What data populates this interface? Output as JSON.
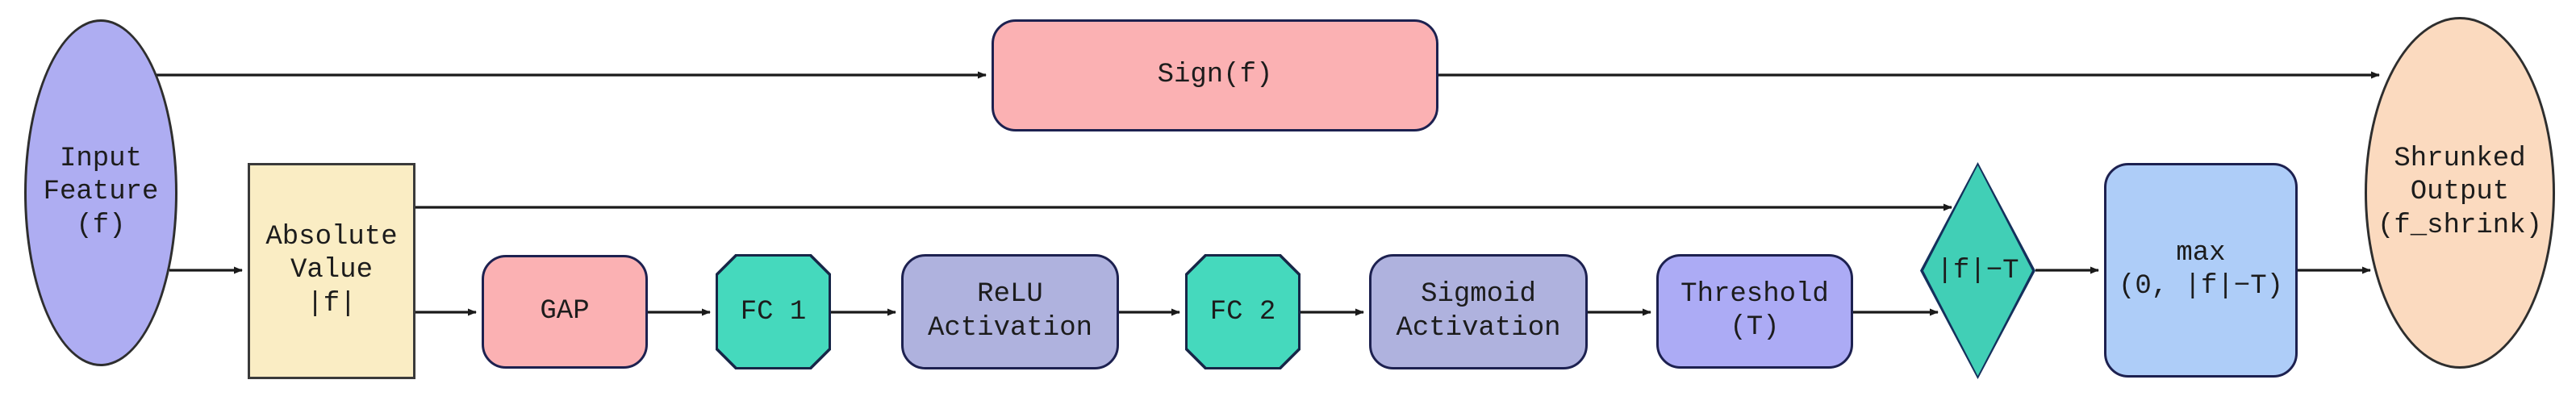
{
  "diagram": {
    "nodes": {
      "input": {
        "label": "Input\nFeature\n(f)",
        "shape": "ellipse",
        "fill": "#AEADF2"
      },
      "sign": {
        "label": "Sign(f)",
        "shape": "rounded",
        "fill": "#FBB1B3"
      },
      "abs": {
        "label": "Absolute\nValue\n|f|",
        "shape": "rect",
        "fill": "#FAEDC4"
      },
      "gap": {
        "label": "GAP",
        "shape": "rounded",
        "fill": "#FBB1B3"
      },
      "fc1": {
        "label": "FC 1",
        "shape": "octagon",
        "fill": "#45D9BD"
      },
      "relu": {
        "label": "ReLU\nActivation",
        "shape": "rounded",
        "fill": "#AFB2DE"
      },
      "fc2": {
        "label": "FC 2",
        "shape": "octagon",
        "fill": "#45D9BD"
      },
      "sigmoid": {
        "label": "Sigmoid\nActivation",
        "shape": "rounded",
        "fill": "#AFB2DE"
      },
      "threshold": {
        "label": "Threshold\n(T)",
        "shape": "rounded",
        "fill": "#ACABF5"
      },
      "subtract": {
        "label": "|f|−T",
        "shape": "diamond",
        "fill": "#41CFB6"
      },
      "max": {
        "label": "max\n(0, |f|−T)",
        "shape": "rounded",
        "fill": "#AECDF8"
      },
      "output": {
        "label": "Shrunked\nOutput\n(f_shrink)",
        "shape": "ellipse",
        "fill": "#FBDABF"
      }
    },
    "edges": [
      {
        "from": "input",
        "to": "sign"
      },
      {
        "from": "sign",
        "to": "output"
      },
      {
        "from": "input",
        "to": "abs"
      },
      {
        "from": "abs",
        "to": "subtract"
      },
      {
        "from": "abs",
        "to": "gap"
      },
      {
        "from": "gap",
        "to": "fc1"
      },
      {
        "from": "fc1",
        "to": "relu"
      },
      {
        "from": "relu",
        "to": "fc2"
      },
      {
        "from": "fc2",
        "to": "sigmoid"
      },
      {
        "from": "sigmoid",
        "to": "threshold"
      },
      {
        "from": "threshold",
        "to": "subtract"
      },
      {
        "from": "subtract",
        "to": "max"
      },
      {
        "from": "max",
        "to": "output"
      }
    ],
    "colors": {
      "arrow": "#1a1a1a",
      "text": "#1c1c1c",
      "border_dark_navy": "#1d2150",
      "border_teal_navy": "#172647",
      "border_gray": "#2e2e2e",
      "background": "#ffffff"
    }
  }
}
